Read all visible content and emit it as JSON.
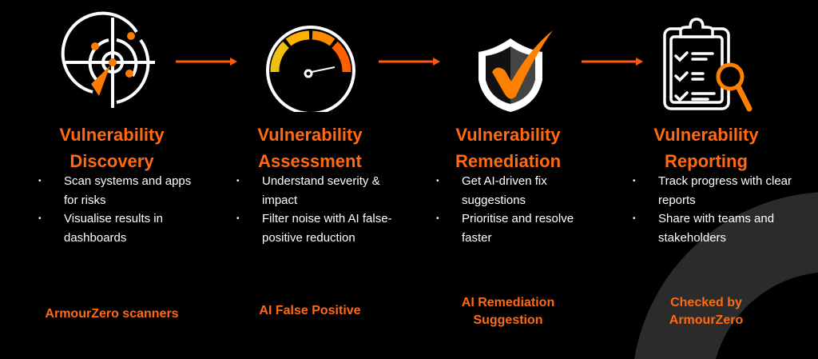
{
  "colors": {
    "accent": "#ff6a13",
    "text": "#ffffff",
    "background": "#000000"
  },
  "steps": [
    {
      "icon": "radar-icon",
      "title_line1": "Vulnerability",
      "title_line2": "Discovery",
      "bullets": [
        "Scan systems and apps for risks",
        "Visualise results in dashboards"
      ],
      "footer": "ArmourZero scanners"
    },
    {
      "icon": "gauge-icon",
      "title_line1": "Vulnerability",
      "title_line2": "Assessment",
      "bullets": [
        "Understand severity & impact",
        "Filter noise with AI false-positive reduction"
      ],
      "footer": "AI False Positive"
    },
    {
      "icon": "shield-check-icon",
      "title_line1": "Vulnerability",
      "title_line2": "Remediation",
      "bullets": [
        "Get AI-driven fix suggestions",
        "Prioritise and resolve faster"
      ],
      "footer_line1": "AI Remediation",
      "footer_line2": "Suggestion"
    },
    {
      "icon": "clipboard-search-icon",
      "title_line1": "Vulnerability",
      "title_line2": "Reporting",
      "bullets": [
        "Track progress with clear reports",
        "Share with teams and stakeholders"
      ],
      "footer_line1": "Checked by",
      "footer_line2": "ArmourZero"
    }
  ]
}
